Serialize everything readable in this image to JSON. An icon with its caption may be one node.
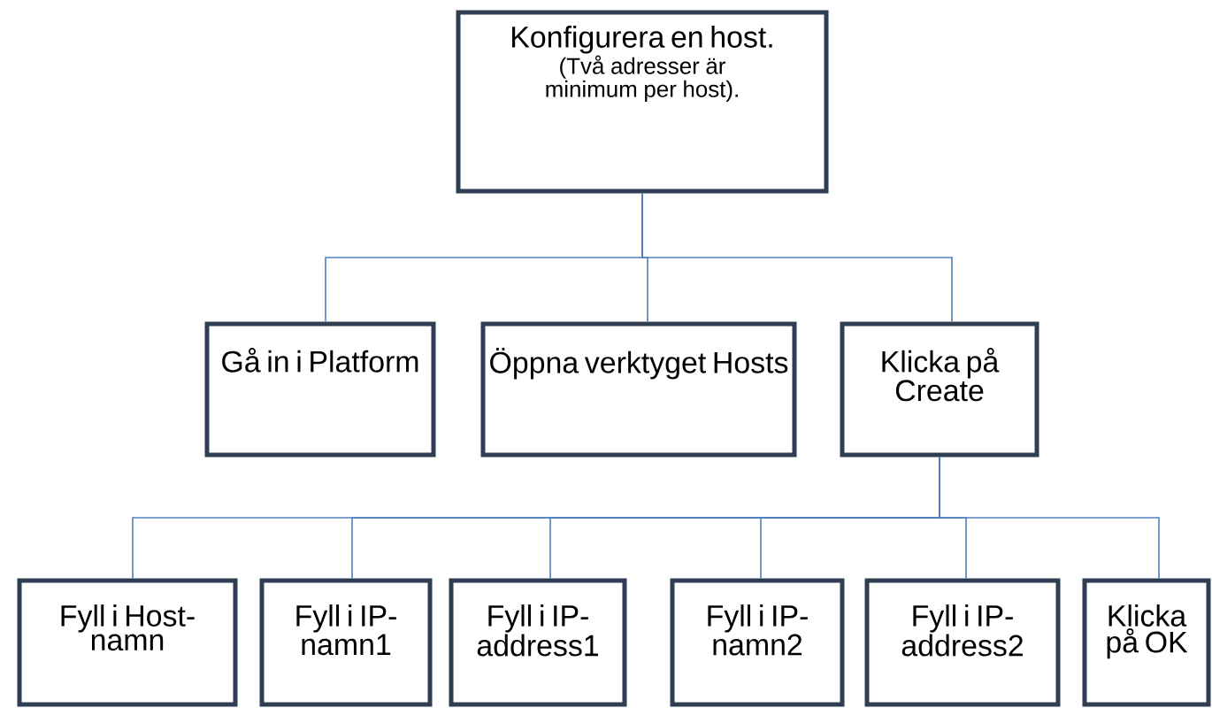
{
  "diagram": {
    "nodes": [
      {
        "text": [
          "Konfigurera en host.",
          "(Två adresser är minimum per host)."
        ]
      },
      {
        "text": [
          "Gå in i Platform"
        ]
      },
      {
        "text": [
          "Öppna verktyget Hosts"
        ]
      },
      {
        "text": [
          "Klicka på Create"
        ]
      },
      {
        "text": [
          "Fyll i Host-namn"
        ]
      },
      {
        "text": [
          "Fyll i IP-namn1"
        ]
      },
      {
        "text": [
          "Fyll i IP-address1"
        ]
      },
      {
        "text": [
          "Fyll i IP-namn2"
        ]
      },
      {
        "text": [
          "Fyll i IP-address2"
        ]
      },
      {
        "text": [
          "Klicka på OK"
        ]
      }
    ],
    "edges": [
      {
        "from": 0,
        "to": 1,
        "arrow": "none"
      },
      {
        "from": 0,
        "to": 2,
        "arrow": "none"
      },
      {
        "from": 0,
        "to": 3,
        "arrow": "none"
      },
      {
        "from": 3,
        "to": 4,
        "arrow": "none"
      },
      {
        "from": 3,
        "to": 5,
        "arrow": "none"
      },
      {
        "from": 3,
        "to": 6,
        "arrow": "none"
      },
      {
        "from": 3,
        "to": 7,
        "arrow": "none"
      },
      {
        "from": 3,
        "to": 8,
        "arrow": "none"
      },
      {
        "from": 3,
        "to": 9,
        "arrow": "none"
      }
    ]
  }
}
